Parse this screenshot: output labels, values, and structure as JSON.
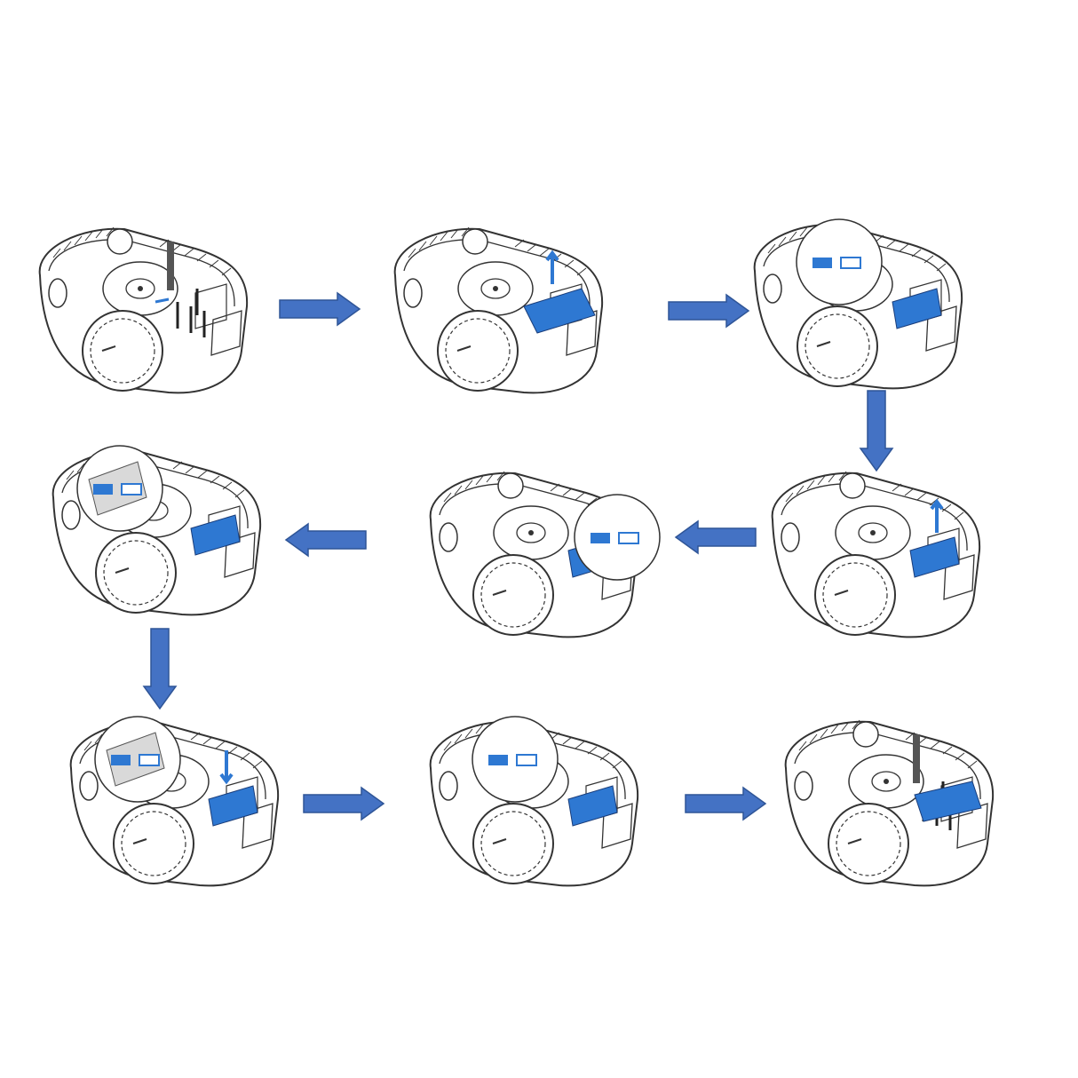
{
  "diagram": {
    "type": "step-sequence",
    "colors": {
      "arrow_fill": "#4472C4",
      "arrow_stroke": "#2F5597",
      "highlight": "#2E78D2",
      "line": "#333333",
      "detail_fill": "#D9D9D9"
    },
    "steps": [
      {
        "id": 1,
        "highlight": "screws-removed",
        "icon": "screwdriver-icon",
        "detail_circle": false
      },
      {
        "id": 2,
        "highlight": "cover-lifted",
        "icon": "cover-up-arrow-icon",
        "detail_circle": false
      },
      {
        "id": 3,
        "highlight": "connector-unplugged",
        "icon": "connector-icon",
        "detail_circle": true
      },
      {
        "id": 4,
        "highlight": "battery-lifted",
        "icon": "battery-up-arrow-icon",
        "detail_circle": false
      },
      {
        "id": 5,
        "highlight": "bracket-removed",
        "icon": "bracket-icon",
        "detail_circle": true
      },
      {
        "id": 6,
        "highlight": "new-battery-inserted",
        "icon": "battery-icon",
        "detail_circle": true
      },
      {
        "id": 7,
        "highlight": "battery-seated",
        "icon": "battery-down-arrow-icon",
        "detail_circle": true
      },
      {
        "id": 8,
        "highlight": "connector-plugged",
        "icon": "connector-icon",
        "detail_circle": true
      },
      {
        "id": 9,
        "highlight": "cover-screwed",
        "icon": "screwdriver-icon",
        "detail_circle": false
      }
    ],
    "flow_arrows": [
      "right",
      "right",
      "down",
      "left",
      "left",
      "down",
      "right",
      "right"
    ]
  }
}
